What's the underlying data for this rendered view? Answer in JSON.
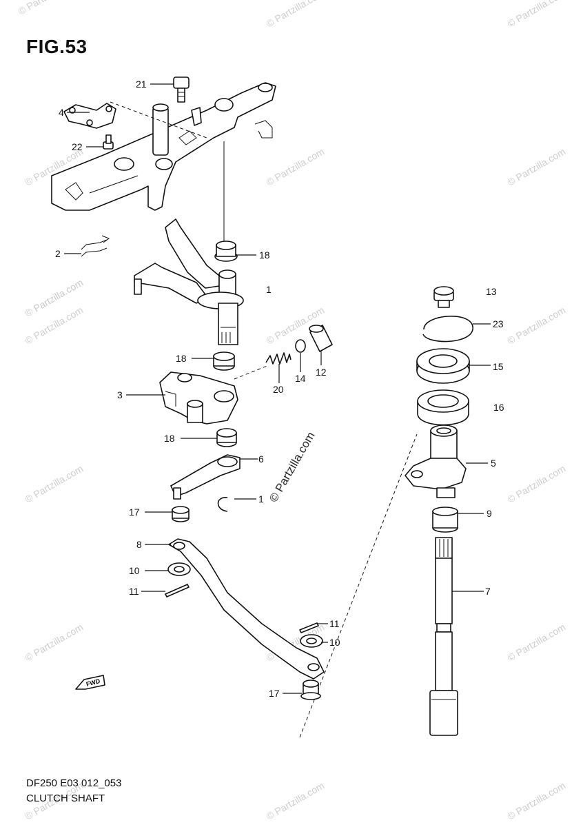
{
  "figure": {
    "title": "FIG.53",
    "code": "DF250 E03 012_053",
    "name": "CLUTCH SHAFT",
    "fwd_label": "FWD"
  },
  "callouts": [
    "21",
    "4",
    "22",
    "2",
    "18",
    "1",
    "13",
    "23",
    "15",
    "16",
    "12",
    "14",
    "20",
    "18",
    "3",
    "18",
    "6",
    "5",
    "1",
    "9",
    "17",
    "8",
    "7",
    "10",
    "11",
    "11",
    "10",
    "17"
  ],
  "watermarks": [
    "© Partzilla.com",
    "© Partzilla.com"
  ]
}
